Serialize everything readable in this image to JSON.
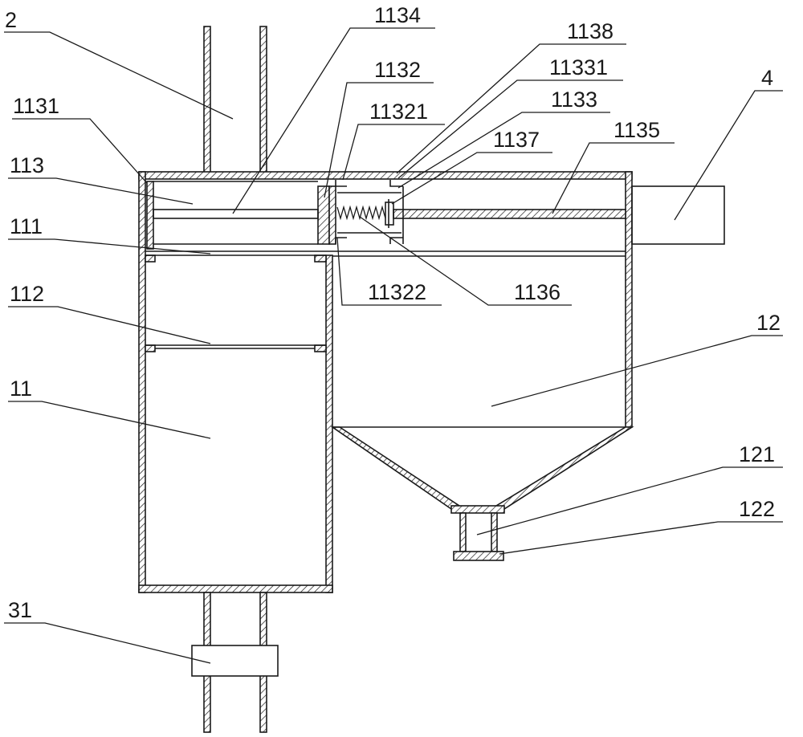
{
  "labels": {
    "l_2": "2",
    "l_1134": "1134",
    "l_1138": "1138",
    "l_1132": "1132",
    "l_11331": "11331",
    "l_4": "4",
    "l_1131": "1131",
    "l_11321": "11321",
    "l_1133": "1133",
    "l_1137": "1137",
    "l_1135": "1135",
    "l_113": "113",
    "l_111": "111",
    "l_11322": "11322",
    "l_1136": "1136",
    "l_112": "112",
    "l_12": "12",
    "l_11": "11",
    "l_121": "121",
    "l_122": "122",
    "l_31": "31"
  },
  "colors": {
    "line": "#1a1a1a",
    "background": "#ffffff"
  }
}
